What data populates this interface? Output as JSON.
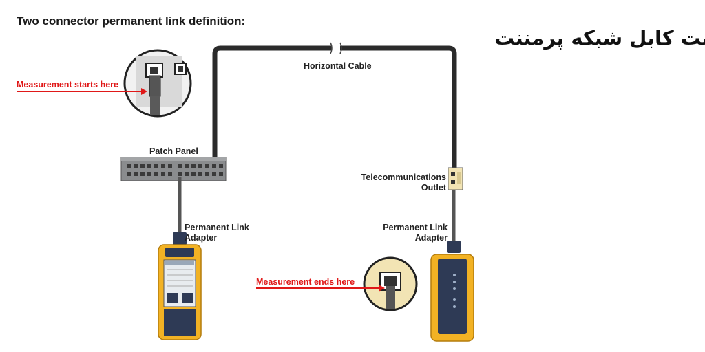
{
  "title": "Two connector permanent link definition:",
  "persian_title": "تست کابل شبکه پرمننت",
  "labels": {
    "horizontal_cable": "Horizontal Cable",
    "patch_panel": "Patch Panel",
    "telecom_outlet_line1": "Telecommunications",
    "telecom_outlet_line2": "Outlet",
    "pl_adapter_left_line1": "Permanent Link",
    "pl_adapter_left_line2": "Adapter",
    "pl_adapter_right_line1": "Permanent Link",
    "pl_adapter_right_line2": "Adapter",
    "measurement_starts": "Measurement starts here",
    "measurement_ends": "Measurement ends here"
  },
  "colors": {
    "cable": "#2b2b2b",
    "arrow_red": "#e01818",
    "tester_yellow": "#f2b224",
    "tester_body": "#2e3a55",
    "panel_gray": "#8a8c8e",
    "outlet_beige": "#f2e4b4"
  },
  "icons": [
    "patch-panel-icon",
    "rj45-plug-icon",
    "wall-outlet-icon",
    "cable-tester-icon",
    "remote-tester-icon",
    "cable-break-icon"
  ]
}
